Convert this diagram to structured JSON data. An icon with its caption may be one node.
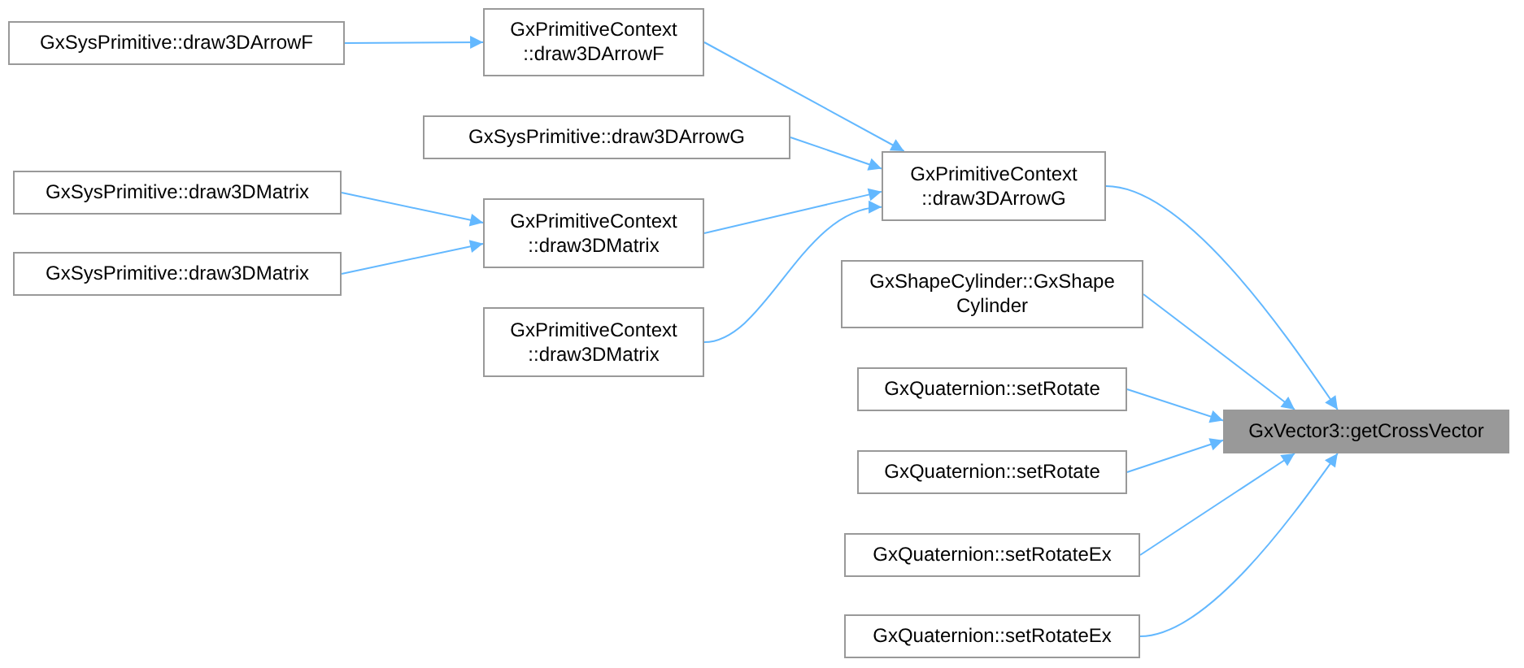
{
  "diagram": {
    "nodes": [
      {
        "text": [
          "GxSysPrimitive::draw3DArrowF"
        ]
      },
      {
        "text": [
          "GxSysPrimitive::draw3DMatrix"
        ]
      },
      {
        "text": [
          "GxSysPrimitive::draw3DMatrix"
        ]
      },
      {
        "text": [
          "GxPrimitiveContext ::draw3DArrowF"
        ]
      },
      {
        "text": [
          "GxSysPrimitive::draw3DArrowG"
        ]
      },
      {
        "text": [
          "GxPrimitiveContext ::draw3DMatrix"
        ]
      },
      {
        "text": [
          "GxPrimitiveContext ::draw3DMatrix"
        ]
      },
      {
        "text": [
          "GxPrimitiveContext ::draw3DArrowG"
        ]
      },
      {
        "text": [
          "GxShapeCylinder::GxShape Cylinder"
        ]
      },
      {
        "text": [
          "GxQuaternion::setRotate"
        ]
      },
      {
        "text": [
          "GxQuaternion::setRotate"
        ]
      },
      {
        "text": [
          "GxQuaternion::setRotateEx"
        ]
      },
      {
        "text": [
          "GxQuaternion::setRotateEx"
        ]
      },
      {
        "text": [
          "GxVector3::getCrossVector"
        ]
      }
    ],
    "edges": [
      {
        "from": 0,
        "to": 3,
        "arrow": "to"
      },
      {
        "from": 1,
        "to": 5,
        "arrow": "to"
      },
      {
        "from": 2,
        "to": 5,
        "arrow": "to"
      },
      {
        "from": 3,
        "to": 7,
        "arrow": "to"
      },
      {
        "from": 4,
        "to": 7,
        "arrow": "to"
      },
      {
        "from": 5,
        "to": 7,
        "arrow": "to"
      },
      {
        "from": 6,
        "to": 7,
        "arrow": "to"
      },
      {
        "from": 7,
        "to": 13,
        "arrow": "to"
      },
      {
        "from": 8,
        "to": 13,
        "arrow": "to"
      },
      {
        "from": 9,
        "to": 13,
        "arrow": "to"
      },
      {
        "from": 10,
        "to": 13,
        "arrow": "to"
      },
      {
        "from": 11,
        "to": 13,
        "arrow": "to"
      },
      {
        "from": 12,
        "to": 13,
        "arrow": "to"
      }
    ]
  }
}
